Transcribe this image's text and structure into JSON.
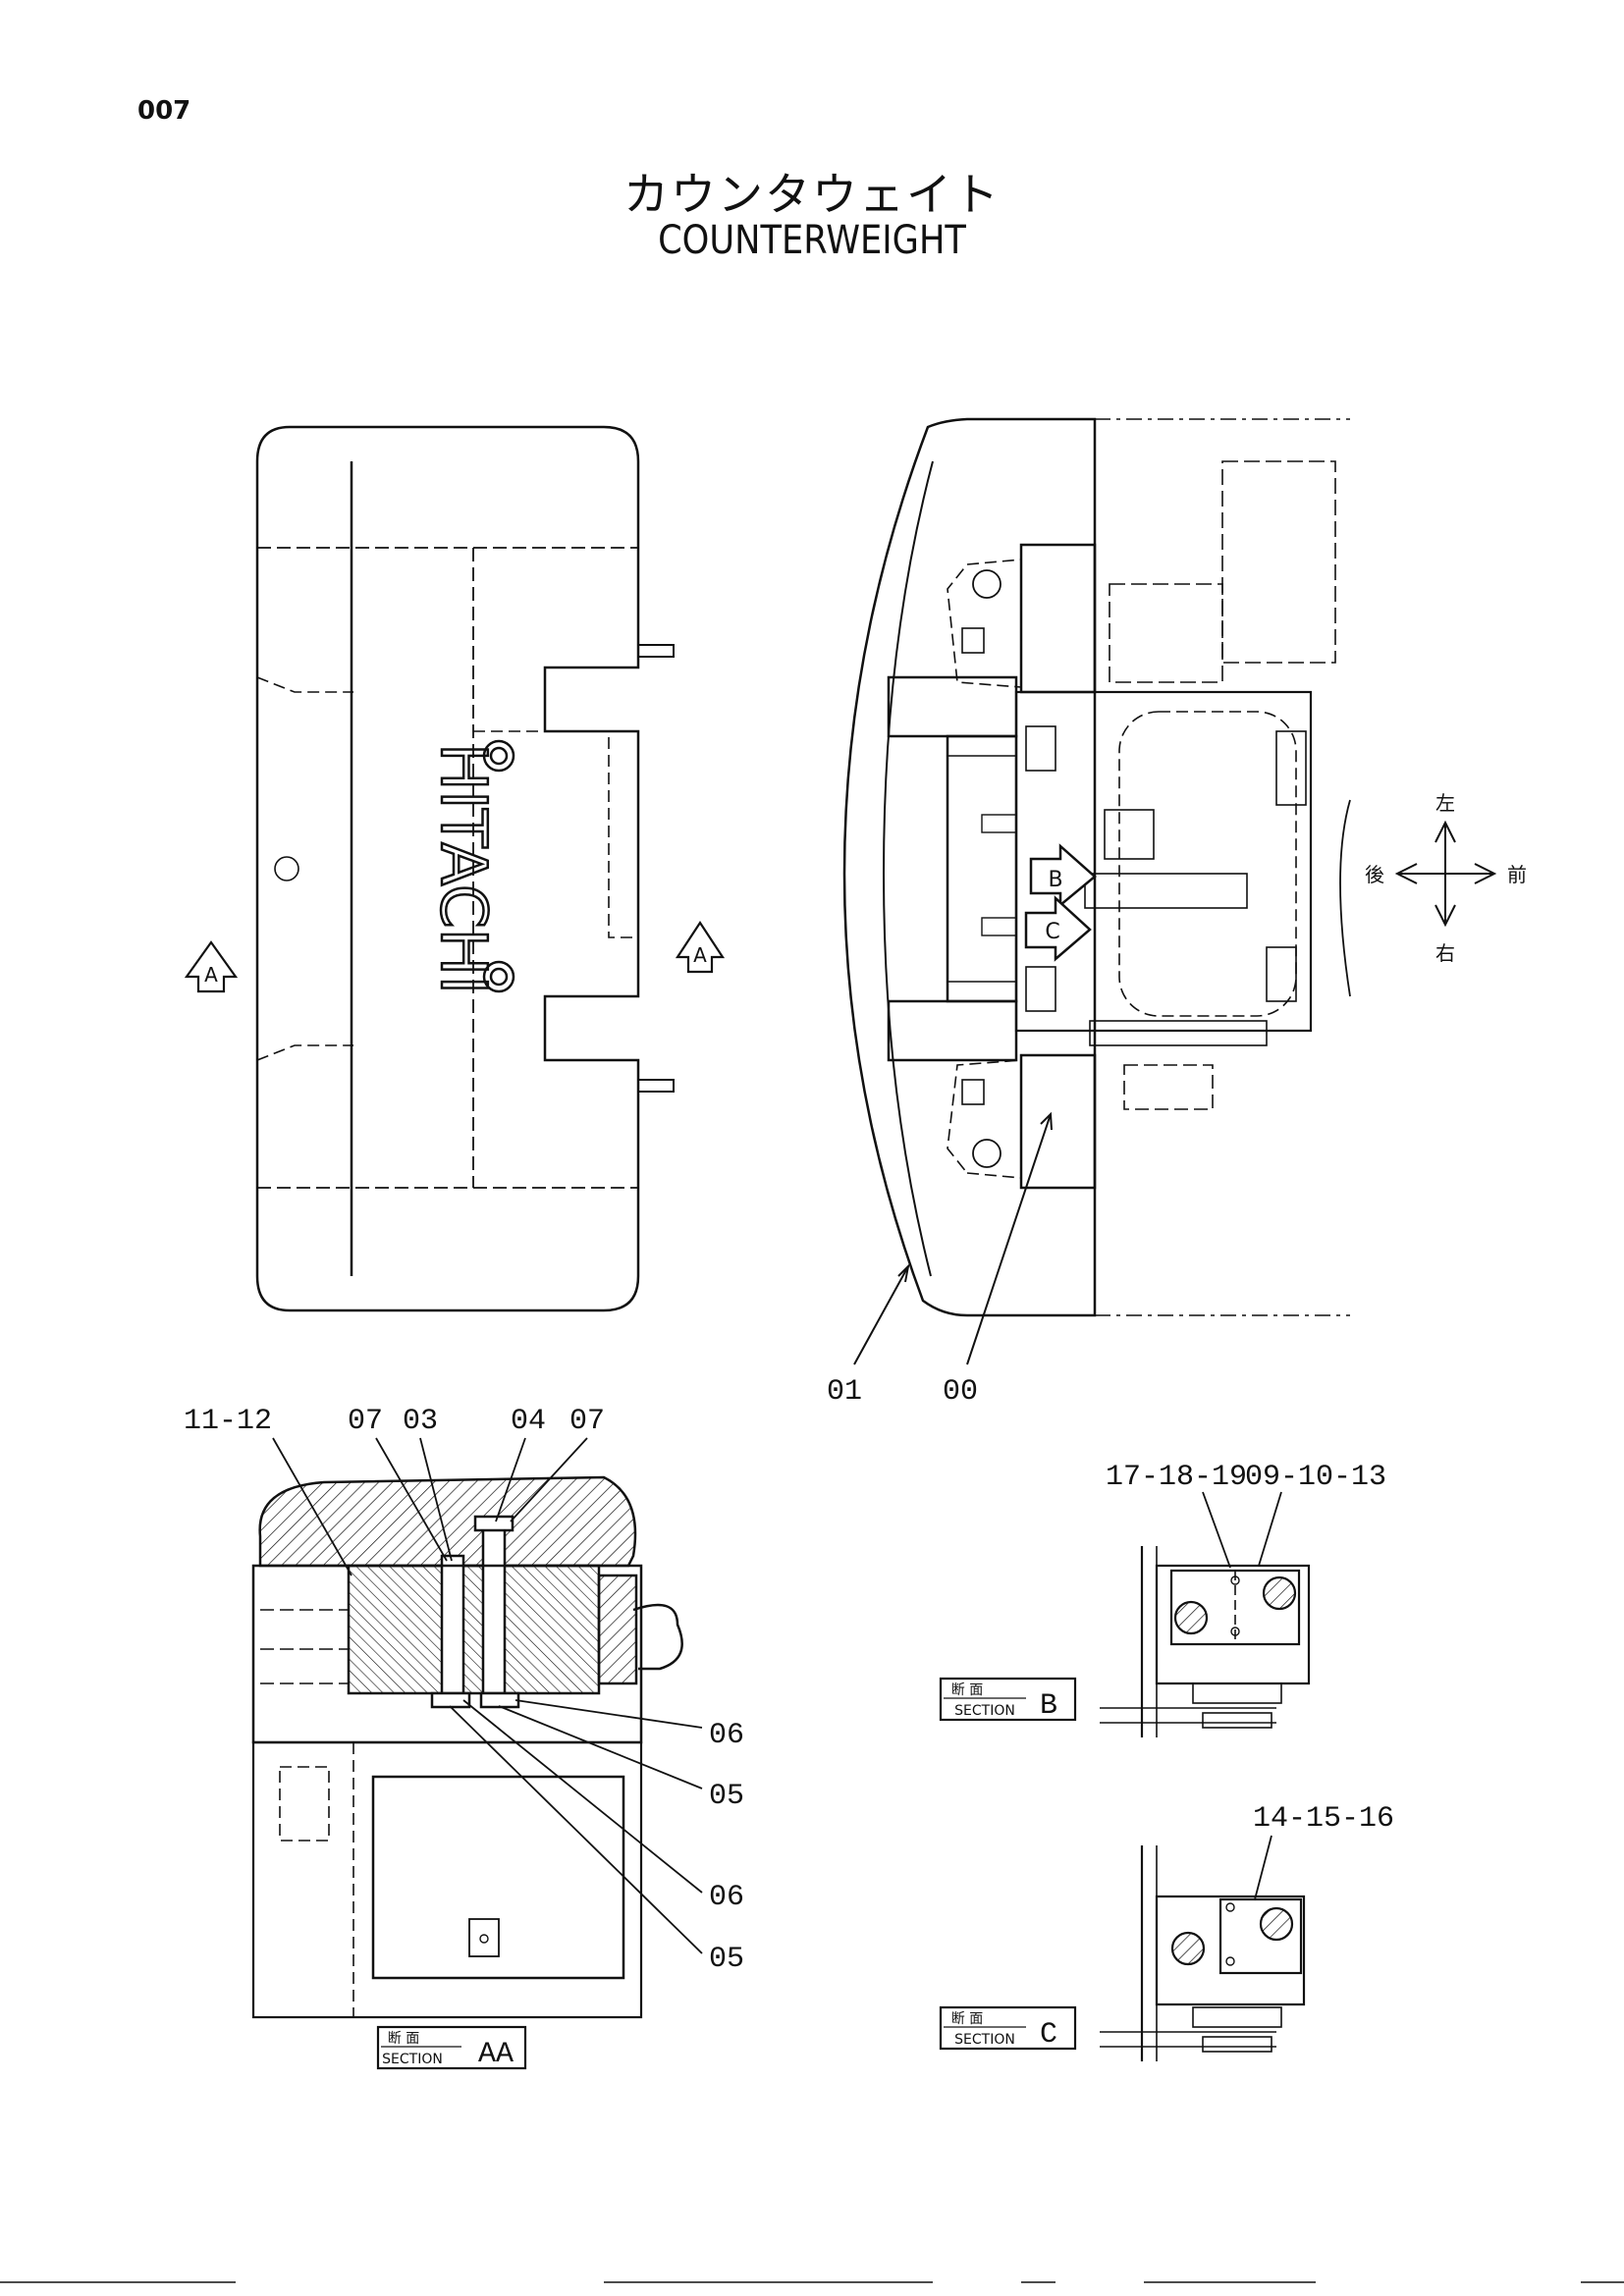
{
  "page_number": "007",
  "title_jp": "カウンタウェイト",
  "title_en": "COUNTERWEIGHT",
  "top_view": {
    "logo": "HITACHI",
    "view_arrow_label": "A"
  },
  "plan_view": {
    "callouts": [
      "B",
      "C"
    ],
    "directions": {
      "left": "左",
      "rear": "後",
      "front": "前",
      "right": "右"
    },
    "part_labels": [
      "01",
      "00"
    ]
  },
  "section_aa": {
    "labels": [
      "11-12",
      "07",
      "03",
      "04",
      "07",
      "06",
      "05",
      "06",
      "05"
    ],
    "tag_jp": "断 面",
    "tag_en": "SECTION",
    "tag_id": "AA"
  },
  "section_b": {
    "labels": [
      "17-18-19",
      "09-10-13"
    ],
    "tag_jp": "断 面",
    "tag_en": "SECTION",
    "tag_id": "B"
  },
  "section_c": {
    "labels": [
      "14-15-16"
    ],
    "tag_jp": "断 面",
    "tag_en": "SECTION",
    "tag_id": "C"
  }
}
